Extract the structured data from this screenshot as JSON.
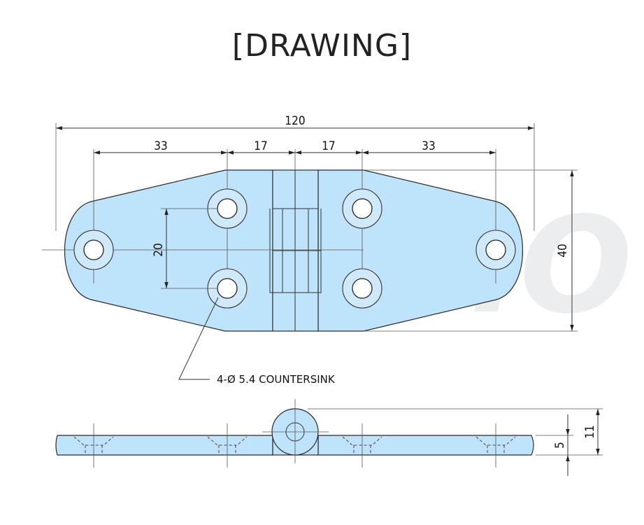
{
  "title": "[DRAWING]",
  "watermark": "SAMO",
  "dimensions": {
    "overall_length": "120",
    "left_outer_spacing": "33",
    "left_inner_spacing": "17",
    "right_inner_spacing": "17",
    "right_outer_spacing": "33",
    "hole_vertical_spacing": "20",
    "overall_width": "40",
    "total_height": "11",
    "plate_thickness": "5"
  },
  "callout": "4-Ø 5.4 COUNTERSINK",
  "colors": {
    "plate_fill": "#bfe3fb",
    "outline": "#2a2a2a"
  }
}
